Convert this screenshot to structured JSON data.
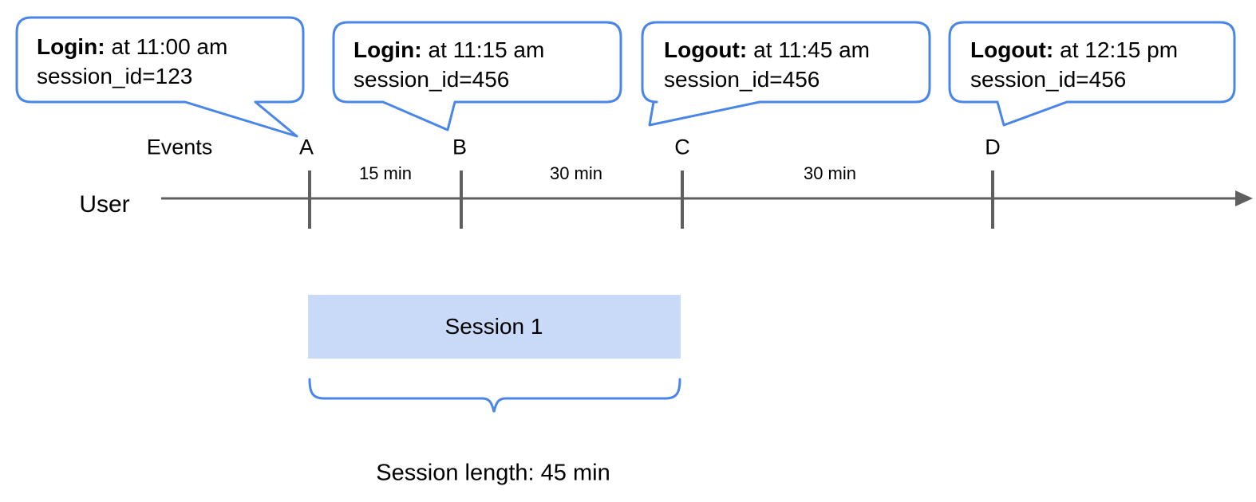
{
  "figure": {
    "callouts": [
      {
        "label": "A",
        "title": "Login:",
        "time": "at 11:00 am",
        "session": "session_id=123"
      },
      {
        "label": "B",
        "title": "Login:",
        "time": "at 11:15 am",
        "session": "session_id=456"
      },
      {
        "label": "C",
        "title": "Logout:",
        "time": "at 11:45 am",
        "session": "session_id=456"
      },
      {
        "label": "D",
        "title": "Logout:",
        "time": "at 12:15 pm",
        "session": "session_id=456"
      }
    ],
    "timeline": {
      "axis_label": "User",
      "events_label": "Events",
      "intervals": [
        "15 min",
        "30 min",
        "30 min"
      ]
    },
    "session_box": {
      "label": "Session 1"
    },
    "session_length_label": "Session length: 45 min",
    "colors": {
      "accent_blue": "#4a86e8",
      "session_fill": "#c9daf8",
      "timeline_gray": "#5f5f5f",
      "text": "#000000"
    }
  }
}
